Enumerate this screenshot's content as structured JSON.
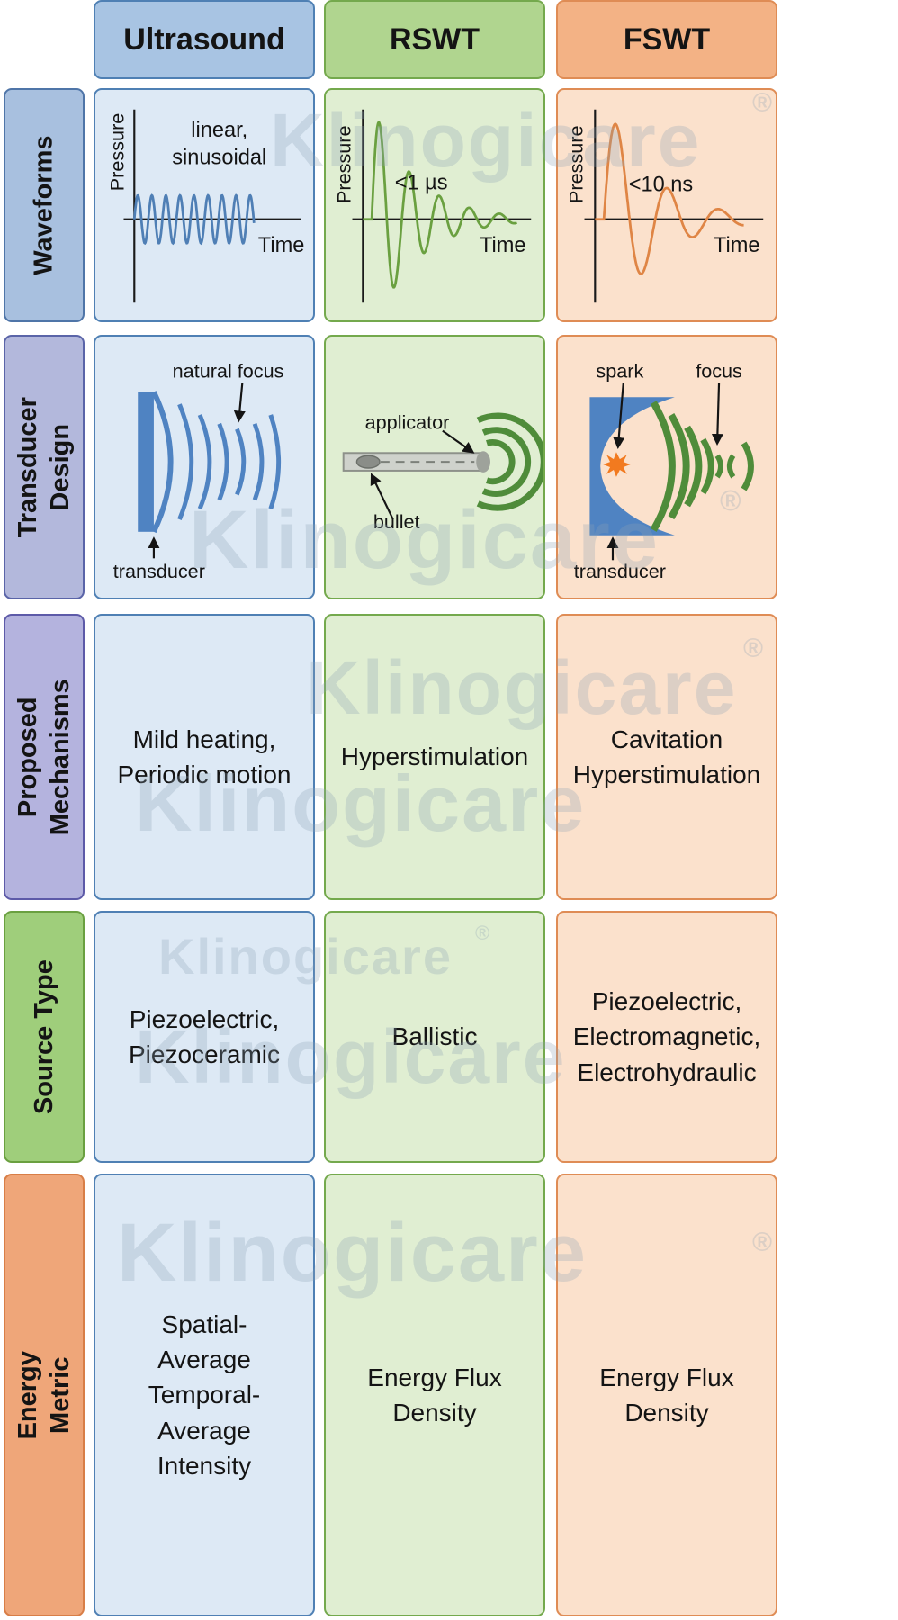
{
  "columns": {
    "ultrasound": "Ultrasound",
    "rswt": "RSWT",
    "fswt": "FSWT"
  },
  "rows": {
    "waveforms": "Waveforms",
    "transducer_design": [
      "Transducer",
      "Design"
    ],
    "proposed_mechanisms": [
      "Proposed",
      "Mechanisms"
    ],
    "source_type": "Source Type",
    "energy_metric": [
      "Energy",
      "Metric"
    ]
  },
  "waveforms": {
    "pressure_label": "Pressure",
    "time_label": "Time",
    "ultrasound_note": [
      "linear,",
      "sinusoidal"
    ],
    "rswt_note": "<1 µs",
    "fswt_note": "<10 ns"
  },
  "transducer_design": {
    "ultrasound": {
      "natural_focus": "natural focus",
      "transducer": "transducer"
    },
    "rswt": {
      "applicator": "applicator",
      "bullet": "bullet"
    },
    "fswt": {
      "spark": "spark",
      "focus": "focus",
      "transducer": "transducer"
    }
  },
  "proposed_mechanisms": {
    "ultrasound": "Mild heating,\nPeriodic motion",
    "rswt": "Hyperstimulation",
    "fswt": "Cavitation\nHyperstimulation"
  },
  "source_type": {
    "ultrasound": "Piezoelectric,\nPiezoceramic",
    "rswt": "Ballistic",
    "fswt": "Piezoelectric,\nElectromagnetic,\nElectrohydraulic"
  },
  "energy_metric": {
    "ultrasound": "Spatial-\nAverage\nTemporal-\nAverage\nIntensity",
    "rswt": "Energy Flux\nDensity",
    "fswt": "Energy Flux\nDensity"
  },
  "watermark": {
    "text": "Klinogicare",
    "mark": "®"
  },
  "colors": {
    "ultrasound": "#4f80b4",
    "rswt": "#74a94d",
    "fswt": "#df8c55"
  }
}
